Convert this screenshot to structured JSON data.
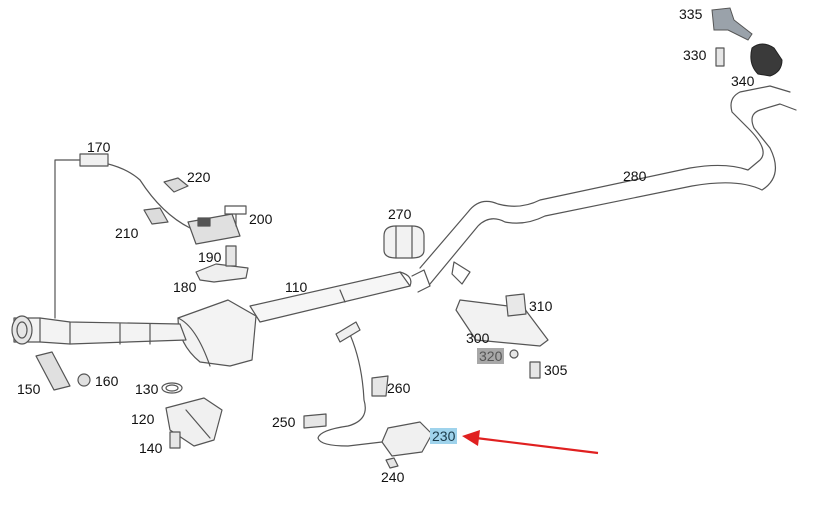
{
  "diagram": {
    "callouts": [
      {
        "id": "l335",
        "text": "335"
      },
      {
        "id": "l330",
        "text": "330"
      },
      {
        "id": "l340",
        "text": "340"
      },
      {
        "id": "l280",
        "text": "280"
      },
      {
        "id": "l170",
        "text": "170"
      },
      {
        "id": "l220",
        "text": "220"
      },
      {
        "id": "l200",
        "text": "200"
      },
      {
        "id": "l210",
        "text": "210"
      },
      {
        "id": "l270",
        "text": "270"
      },
      {
        "id": "l190",
        "text": "190"
      },
      {
        "id": "l180",
        "text": "180"
      },
      {
        "id": "l110",
        "text": "110"
      },
      {
        "id": "l310",
        "text": "310"
      },
      {
        "id": "l300",
        "text": "300"
      },
      {
        "id": "l320",
        "text": "320",
        "style": "grey"
      },
      {
        "id": "l305",
        "text": "305"
      },
      {
        "id": "l160",
        "text": "160"
      },
      {
        "id": "l150",
        "text": "150"
      },
      {
        "id": "l130",
        "text": "130"
      },
      {
        "id": "l260",
        "text": "260"
      },
      {
        "id": "l120",
        "text": "120"
      },
      {
        "id": "l250",
        "text": "250"
      },
      {
        "id": "l230",
        "text": "230",
        "style": "highlight"
      },
      {
        "id": "l140",
        "text": "140"
      },
      {
        "id": "l240",
        "text": "240"
      }
    ],
    "colors": {
      "line": "#555555",
      "part_fill": "#f0f0f0",
      "dark_part": "#3a3a3a",
      "highlight_bg": "#9fd3ec",
      "muted_bg": "#a8a8a8",
      "arrow": "#e02020"
    }
  }
}
